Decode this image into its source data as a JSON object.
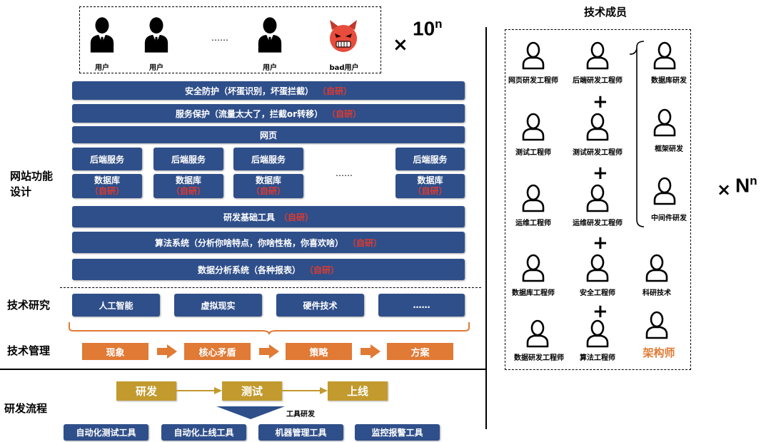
{
  "users": {
    "user_label": "用户",
    "ellipsis": "……",
    "bad_user_label": "bad用户",
    "multiplier": "×",
    "power_base": "10",
    "power_exp": "n"
  },
  "site_design": {
    "label_line1": "网站功能",
    "label_line2": "设计",
    "self_dev": "（自研）",
    "security": "安全防护（坏蛋识别，坏蛋拦截）",
    "service": "服务保护（流量太大了，拦截or转移）",
    "web": "网页",
    "backend": "后端服务",
    "database": "数据库",
    "ellipsis": "……",
    "rd_tools": "研发基础工具",
    "algorithm": "算法系统（分析你啥特点，你啥性格，你喜欢啥）",
    "data_analysis": "数据分析系统（各种报表）"
  },
  "tech_research": {
    "label": "技术研究",
    "items": [
      "人工智能",
      "虚拟现实",
      "硬件技术",
      "……"
    ]
  },
  "tech_mgmt": {
    "label": "技术管理",
    "steps": [
      "现象",
      "核心矛盾",
      "策略",
      "方案"
    ]
  },
  "rd_process": {
    "label": "研发流程",
    "steps": [
      "研发",
      "测试",
      "上线"
    ],
    "tools_label": "工具研发",
    "tools": [
      "自动化测试工具",
      "自动化上线工具",
      "机器管理工具",
      "监控报警工具"
    ]
  },
  "team": {
    "title": "技术成员",
    "members": {
      "web_eng": "网页研发工程师",
      "backend_eng": "后端研发工程师",
      "test_eng": "测试工程师",
      "test_dev_eng": "测试研发工程师",
      "ops_eng": "运维工程师",
      "ops_dev_eng": "运维研发工程师",
      "db_eng": "数据库工程师",
      "security_eng": "安全工程师",
      "research": "科研技术",
      "data_dev_eng": "数据研发工程师",
      "algo_eng": "算法工程师",
      "architect": "架构师",
      "db_research": "数据库研发",
      "framework_research": "框架研发",
      "middleware_research": "中间件研发"
    },
    "plus": "+",
    "multiplier": "×",
    "power_base": "N",
    "power_exp": "n"
  },
  "colors": {
    "block_blue": "#2f4f8a",
    "self_dev_red": "#e03a2e",
    "mgmt_orange": "#e07a35",
    "process_gold": "#c29a2e",
    "architect_orange": "#e07a35"
  }
}
